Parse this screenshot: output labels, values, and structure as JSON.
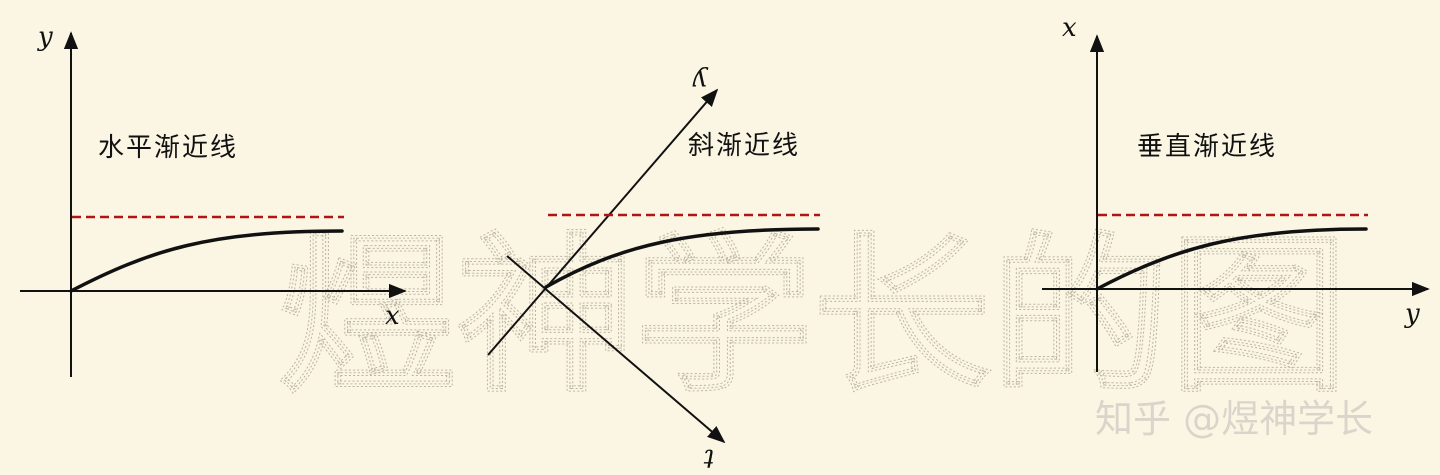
{
  "watermark": {
    "text": "煜神学长的图",
    "credit": "知乎 @煜神学长"
  },
  "panels": [
    {
      "title": "水平渐近线",
      "vertical_axis_label": "y",
      "horizontal_axis_label": "x"
    },
    {
      "title": "斜渐近线",
      "tilted_up_axis_label": "y",
      "tilted_down_axis_label": "t"
    },
    {
      "title": "垂直渐近线",
      "vertical_axis_label": "x",
      "horizontal_axis_label": "y"
    }
  ],
  "colors": {
    "background": "#fbf6e4",
    "asymptote": "#b01515",
    "ink": "#111111"
  }
}
